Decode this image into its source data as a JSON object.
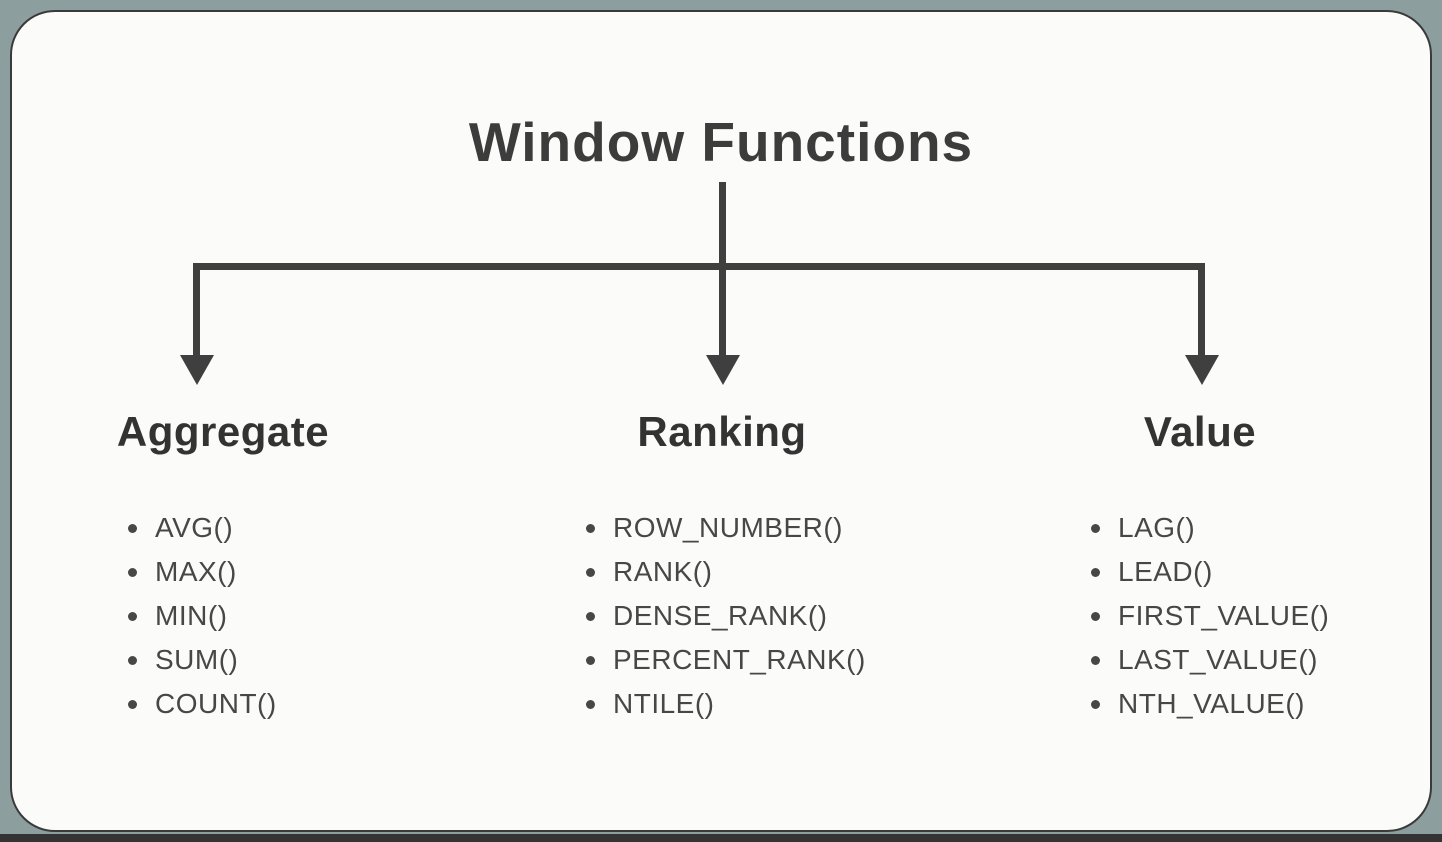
{
  "diagram": {
    "title": "Window Functions",
    "categories": [
      {
        "name": "Aggregate",
        "items": [
          "AVG()",
          "MAX()",
          "MIN()",
          "SUM()",
          "COUNT()"
        ]
      },
      {
        "name": "Ranking",
        "items": [
          "ROW_NUMBER()",
          "RANK()",
          "DENSE_RANK()",
          "PERCENT_RANK()",
          "NTILE()"
        ]
      },
      {
        "name": "Value",
        "items": [
          "LAG()",
          "LEAD()",
          "FIRST_VALUE()",
          "LAST_VALUE()",
          "NTH_VALUE()"
        ]
      }
    ],
    "colors": {
      "background": "#8C9F9E",
      "card": "#FBFBF9",
      "line": "#3F3F3F",
      "text": "#3C3C3C"
    }
  }
}
